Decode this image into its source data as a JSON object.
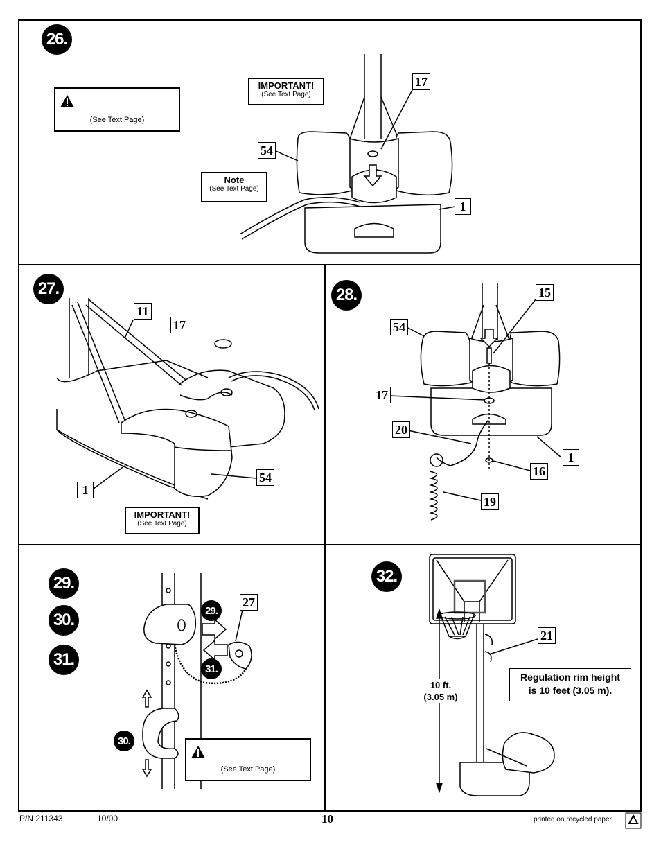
{
  "steps": {
    "s26": "26.",
    "s27": "27.",
    "s28": "28.",
    "s29": "29.",
    "s30": "30.",
    "s31": "31.",
    "s32": "32.",
    "sub29": "29.",
    "sub30": "30.",
    "sub31": "31."
  },
  "panel26": {
    "warning_sub": "(See Text Page)",
    "important_head": "IMPORTANT!",
    "important_sub": "(See Text Page)",
    "note_head": "Note",
    "note_sub": "(See Text Page)",
    "parts": [
      "17",
      "54",
      "1"
    ]
  },
  "panel27": {
    "parts": [
      "11",
      "17",
      "1",
      "54"
    ],
    "important_head": "IMPORTANT!",
    "important_sub": "(See Text Page)"
  },
  "panel28": {
    "parts": [
      "15",
      "54",
      "17",
      "20",
      "1",
      "16",
      "19"
    ]
  },
  "panel29": {
    "parts": [
      "27"
    ],
    "warning_sub": "(See Text Page)"
  },
  "panel32": {
    "parts": [
      "21"
    ],
    "regulation_line1": "Regulation rim height",
    "regulation_line2": "is 10 feet (3.05 m).",
    "height_line1": "10 ft.",
    "height_line2": "(3.05 m)"
  },
  "footer": {
    "part_number": "P/N 211343",
    "date": "10/00",
    "page": "10",
    "recycled": "printed on recycled paper"
  }
}
